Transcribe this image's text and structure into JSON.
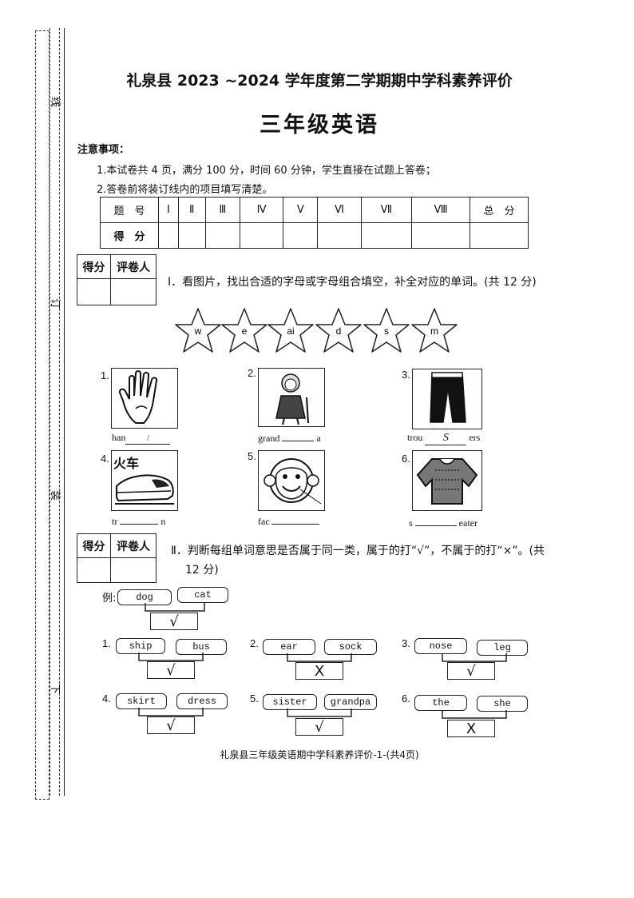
{
  "header": {
    "title": "礼泉县 2023 ~2024 学年度第二学期期中学科素养评价",
    "subtitle": "三年级英语"
  },
  "margin_labels": {
    "line": "线",
    "order": "订",
    "bind": "装",
    "bottom": "下"
  },
  "notes": {
    "heading": "注意事项：",
    "items": [
      "1.本试卷共 4 页，满分 100 分，时间 60 分钟，学生直接在试题上答卷；",
      "2.答卷前将装订线内的项目填写清楚。"
    ]
  },
  "score_table": {
    "row1_label": "题　号",
    "columns": [
      "Ⅰ",
      "Ⅱ",
      "Ⅲ",
      "Ⅳ",
      "Ⅴ",
      "Ⅵ",
      "Ⅶ",
      "Ⅷ",
      "总　分"
    ],
    "row2_label": "得　分"
  },
  "grade_box": {
    "score_label": "得分",
    "grader_label": "评卷人"
  },
  "section1": {
    "title": "Ⅰ．看图片，找出合适的字母或字母组合填空，补全对应的单词。(共 12 分)",
    "stars": [
      "w",
      "e",
      "ai",
      "d",
      "s",
      "m"
    ],
    "items": [
      {
        "num": "1.",
        "prefix": "han",
        "suffix": "",
        "answer": "/",
        "picture": "hand"
      },
      {
        "num": "2.",
        "prefix": "grand",
        "suffix": "a",
        "answer": "",
        "picture": "grandma"
      },
      {
        "num": "3.",
        "prefix": "trou",
        "suffix": "ers",
        "answer": "S",
        "picture": "trousers"
      },
      {
        "num": "4.",
        "prefix": "tr",
        "suffix": "n",
        "answer": "",
        "picture": "train",
        "caption": "火车"
      },
      {
        "num": "5.",
        "prefix": "fac",
        "suffix": "",
        "answer": "",
        "picture": "monkey face"
      },
      {
        "num": "6.",
        "prefix": "s",
        "suffix": "eater",
        "answer": "",
        "picture": "sweater"
      }
    ]
  },
  "section2": {
    "title_line1": "Ⅱ．判断每组单词意思是否属于同一类，属于的打“√”，不属于的打“×”。(共",
    "title_line2": "12 分)",
    "example": {
      "label": "例:",
      "a": "dog",
      "b": "cat",
      "mark": "√"
    },
    "items": [
      {
        "num": "1.",
        "a": "ship",
        "b": "bus",
        "mark": "√"
      },
      {
        "num": "2.",
        "a": "ear",
        "b": "sock",
        "mark": "X"
      },
      {
        "num": "3.",
        "a": "nose",
        "b": "leg",
        "mark": "√"
      },
      {
        "num": "4.",
        "a": "skirt",
        "b": "dress",
        "mark": "√"
      },
      {
        "num": "5.",
        "a": "sister",
        "b": "grandpa",
        "mark": "√"
      },
      {
        "num": "6.",
        "a": "the",
        "b": "she",
        "mark": "X"
      }
    ]
  },
  "footer": "礼泉县三年级英语期中学科素养评价-1-(共4页)"
}
